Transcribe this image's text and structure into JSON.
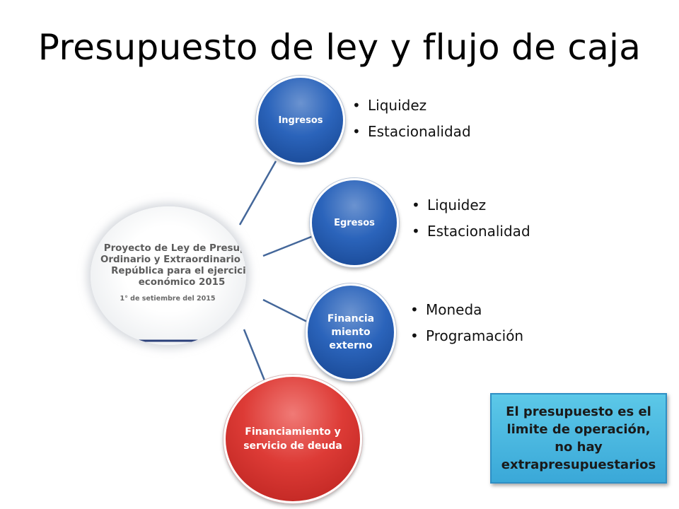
{
  "title": "Presupuesto de ley y flujo de caja",
  "hub": {
    "lines": [
      "Proyecto de Ley de Presupue",
      "Ordinario y Extraordinario de l",
      "República para el ejercicio",
      "económico 2015"
    ],
    "date": "1° de setiembre del 2015"
  },
  "nodes": [
    {
      "label": "Ingresos",
      "color": "#2b64bb",
      "bullets": [
        "Liquidez",
        "Estacionalidad"
      ]
    },
    {
      "label": "Egresos",
      "color": "#2b64bb",
      "bullets": [
        "Liquidez",
        "Estacionalidad"
      ]
    },
    {
      "label": "Financia miento externo",
      "color": "#2b64bb",
      "bullets": [
        "Moneda",
        "Programación"
      ]
    },
    {
      "label": "Financiamiento y servicio de deuda",
      "color": "#dd3b36",
      "bullets": []
    }
  ],
  "note": "El presupuesto es el limite  de operación, no hay extrapresupuestarios",
  "colors": {
    "connector": "#44679a",
    "note_fill": "#4ab8e0",
    "note_border": "#2f8fc4"
  }
}
